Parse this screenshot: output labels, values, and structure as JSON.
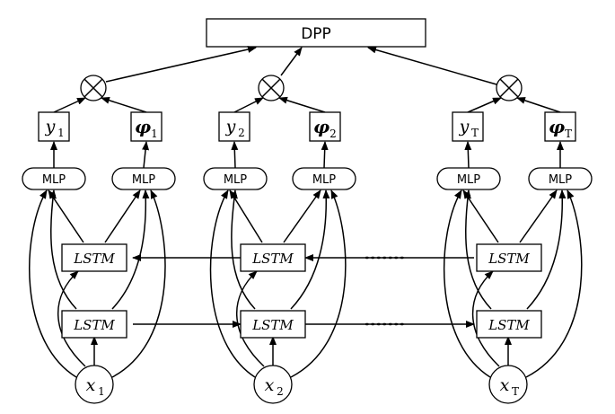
{
  "top_node": {
    "label": "DPP"
  },
  "columns": [
    {
      "output_var": "y",
      "quality_var": "φ",
      "subscript": "1",
      "input_var": "x",
      "mlp_label": "MLP",
      "lstm_label": "LSTM"
    },
    {
      "output_var": "y",
      "quality_var": "φ",
      "subscript": "2",
      "input_var": "x",
      "mlp_label": "MLP",
      "lstm_label": "LSTM"
    },
    {
      "output_var": "y",
      "quality_var": "φ",
      "subscript": "T",
      "input_var": "x",
      "mlp_label": "MLP",
      "lstm_label": "LSTM"
    }
  ],
  "product_symbol": "⊗"
}
